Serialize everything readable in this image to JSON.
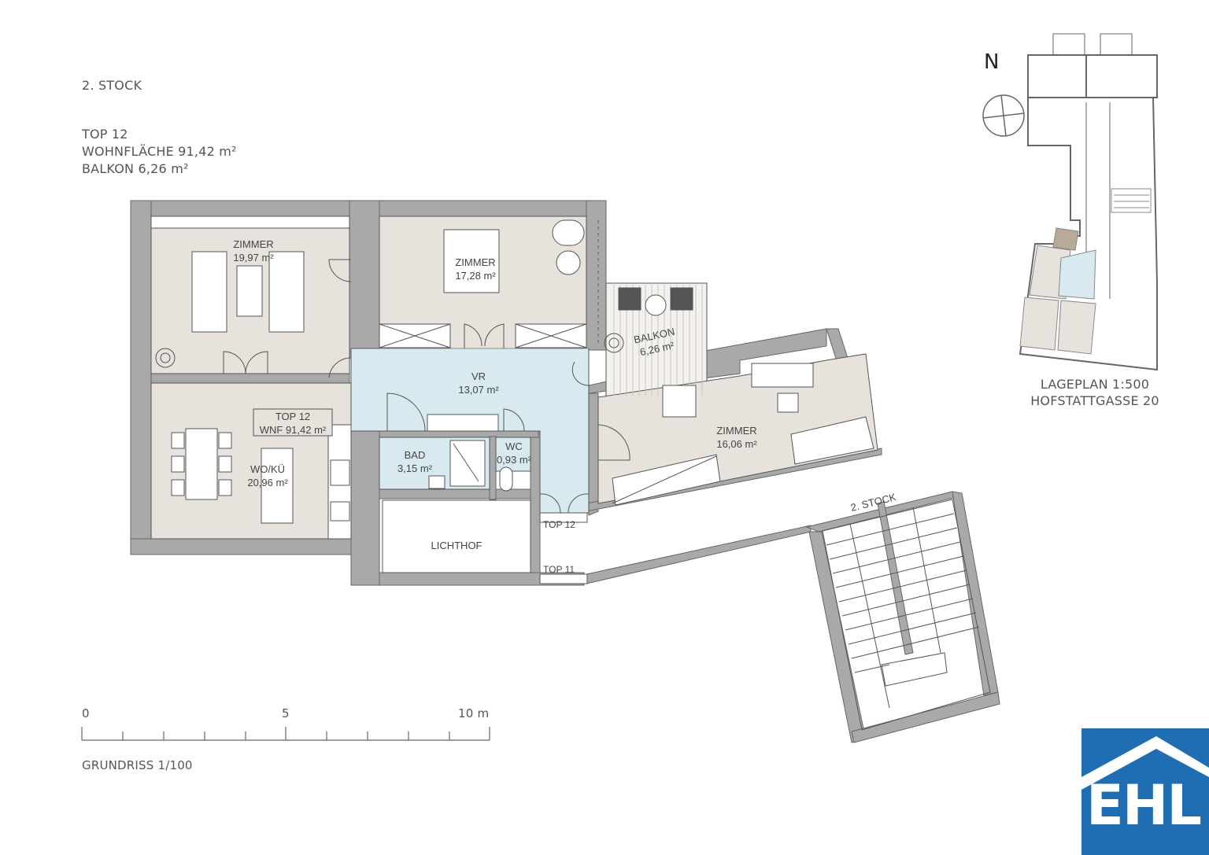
{
  "header": {
    "floor": "2. STOCK",
    "unit": "TOP  12",
    "living_area": "WOHNFLÄCHE 91,42 m²",
    "balcony_area": "BALKON 6,26 m²"
  },
  "rooms": [
    {
      "name": "ZIMMER",
      "area": "19,97 m²"
    },
    {
      "name": "ZIMMER",
      "area": "17,28 m²"
    },
    {
      "name": "BALKON",
      "area": "6,26 m²"
    },
    {
      "name": "VR",
      "area": "13,07 m²"
    },
    {
      "name": "ZIMMER",
      "area": "16,06 m²"
    },
    {
      "name": "WO/KÜ",
      "area": "20,96 m²"
    },
    {
      "name": "BAD",
      "area": "3,15 m²"
    },
    {
      "name": "WC",
      "area": "0,93 m²"
    },
    {
      "name": "LICHTHOF",
      "area": ""
    }
  ],
  "unit_badge": {
    "line1": "TOP 12",
    "line2": "WNF 91,42 m²"
  },
  "door_labels": {
    "top12": "TOP 12",
    "top11": "TOP 11"
  },
  "stair_label": "2. STOCK",
  "site_plan": {
    "north": "N",
    "title": "LAGEPLAN 1:500",
    "address": "HOFSTATTGASSE 20"
  },
  "scale_bar": {
    "ticks": [
      "0",
      "5",
      "10 m"
    ],
    "caption": "GRUNDRISS 1/100"
  },
  "logo": {
    "text": "EHL",
    "color": "#1f6eb3"
  },
  "colors": {
    "wall": "#a9a9a9",
    "room": "#e7e2db",
    "hall": "#d8eaef",
    "line": "#555555"
  }
}
